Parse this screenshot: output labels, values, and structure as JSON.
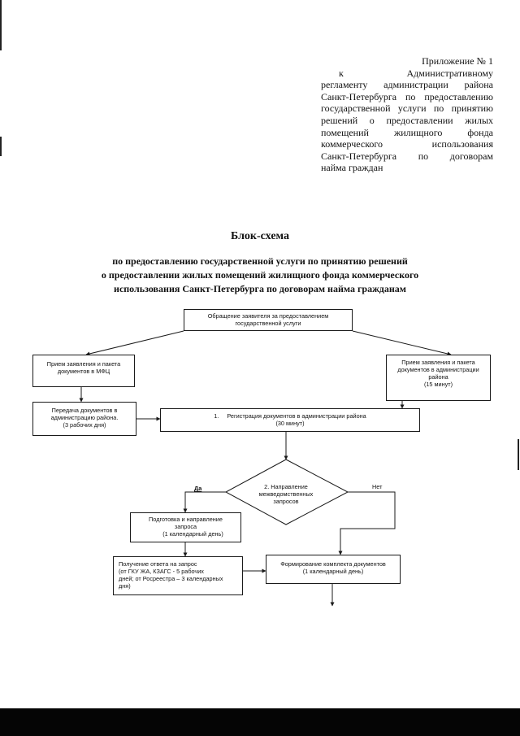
{
  "annex": {
    "lines": [
      "Приложение № 1",
      "к Административному",
      "регламенту администрации района",
      "Санкт-Петербурга по предоставлению",
      "государственной услуги по принятию",
      "решений о предоставлении жилых",
      "помещений жилищного фонда",
      "коммерческого использования",
      "Санкт-Петербурга по договорам",
      "найма граждан"
    ]
  },
  "title": "Блок-схема",
  "subtitle": {
    "lines": [
      "по предоставлению государственной услуги по принятию решений",
      "о предоставлении жилых помещений жилищного фонда коммерческого",
      "использования Санкт-Петербурга по договорам найма гражданам"
    ]
  },
  "flowchart": {
    "appeal": [
      "Обращение заявителя за предоставлением",
      "государственной услуги"
    ],
    "mfc_receipt": [
      "Прием заявления и пакета",
      "документов в МФЦ"
    ],
    "admin_receipt": [
      "Прием заявления и пакета",
      "документов в администрации",
      "района",
      "(15 минут)"
    ],
    "transfer": [
      "Передача документов в",
      "администрацию района.",
      "(3 рабочих дня)"
    ],
    "registration": {
      "num": "1.",
      "text": "Регистрация документов в администрации района",
      "time": "(30 минут)"
    },
    "decision": [
      "2. Направление",
      "межведомственных",
      "запросов"
    ],
    "yes_label": "Да",
    "no_label": "Нет",
    "prep_request": [
      "Подготовка и направление",
      "запроса",
      "(1 календарный день)"
    ],
    "response": [
      "Получение ответа на запрос",
      "(от ГКУ ЖА, КЗАГС - 5 рабочих",
      "дней; от Росреестра – 3 календарных",
      "дня)"
    ],
    "package": [
      "Формирование комплекта документов",
      "(1 календарный день)"
    ]
  }
}
